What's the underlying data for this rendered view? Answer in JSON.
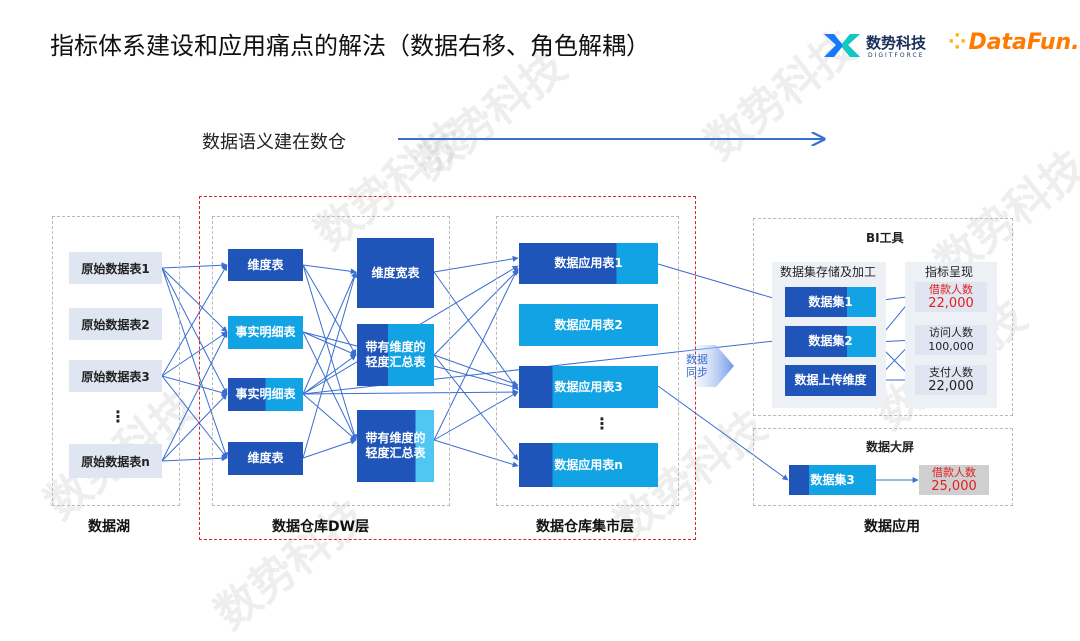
{
  "page_title": "指标体系建设和应用痛点的解法（数据右移、角色解耦）",
  "logos": {
    "digitforce_cn": "数势科技",
    "digitforce_en": "DIGITFORCE",
    "datafun": "DataFun."
  },
  "watermark": "数势科技",
  "semantic_arrow_label": "数据语义建在数仓",
  "data_lake": {
    "label": "数据湖",
    "tables": [
      "原始数据表1",
      "原始数据表2",
      "原始数据表3",
      "原始数据表n"
    ],
    "ellipsis": "⋮"
  },
  "dw_layer": {
    "label": "数据仓库DW层",
    "left_nodes": [
      "维度表",
      "事实明细表",
      "事实明细表",
      "维度表"
    ],
    "right_nodes": [
      "维度宽表",
      "带有维度的轻度汇总表",
      "带有维度的轻度汇总表"
    ]
  },
  "mart_layer": {
    "label": "数据仓库集市层",
    "tables": [
      "数据应用表1",
      "数据应用表2",
      "数据应用表3",
      "数据应用表n"
    ],
    "ellipsis": "⋮"
  },
  "sync_label": "数据同步",
  "data_app": {
    "label": "数据应用",
    "bi": {
      "title": "BI工具",
      "store_title": "数据集存储及加工",
      "metric_title": "指标呈现",
      "datasets": [
        "数据集1",
        "数据集2",
        "数据上传维度"
      ],
      "metrics": [
        {
          "name": "借款人数",
          "value": "22,000",
          "highlight": true
        },
        {
          "name": "访问人数",
          "value": "100,000",
          "highlight": false
        },
        {
          "name": "支付人数",
          "value": "22,000",
          "highlight": false
        }
      ]
    },
    "screen": {
      "title": "数据大屏",
      "dataset": "数据集3",
      "metric": {
        "name": "借款人数",
        "value": "25,000"
      }
    }
  },
  "colors": {
    "dark_blue": "#1f54b8",
    "light_blue": "#11a3e3",
    "red_dash": "#d8262f",
    "metric_red": "#e02020"
  }
}
